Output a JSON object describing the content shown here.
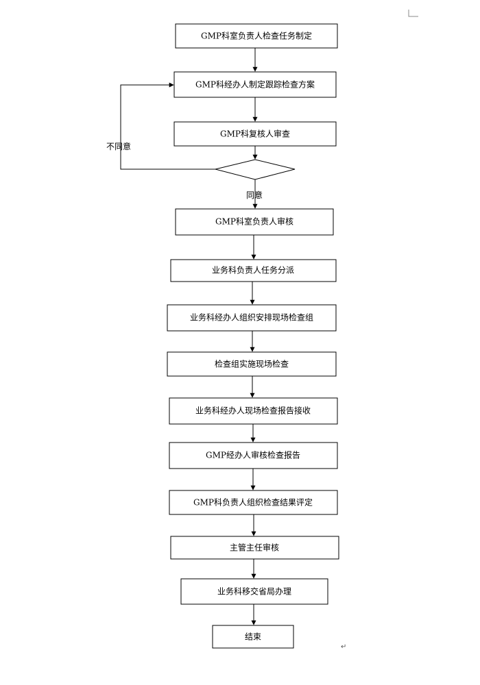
{
  "flowchart": {
    "steps": [
      "GMP科室负责人检查任务制定",
      "GMP科经办人制定跟踪检查方案",
      "GMP科复核人审查",
      "GMP科室负责人审核",
      "业务科负责人任务分派",
      "业务科经办人组织安排现场检查组",
      "检查组实施现场检查",
      "业务科经办人现场检查报告接收",
      "GMP经办人审核检查报告",
      "GMP科负责人组织检查结果评定",
      "主管主任审核",
      "业务科移交省局办理",
      "结束"
    ],
    "decision_label": "",
    "labels": {
      "reject": "不同意",
      "approve": "同意"
    },
    "return_mark": "↵"
  }
}
